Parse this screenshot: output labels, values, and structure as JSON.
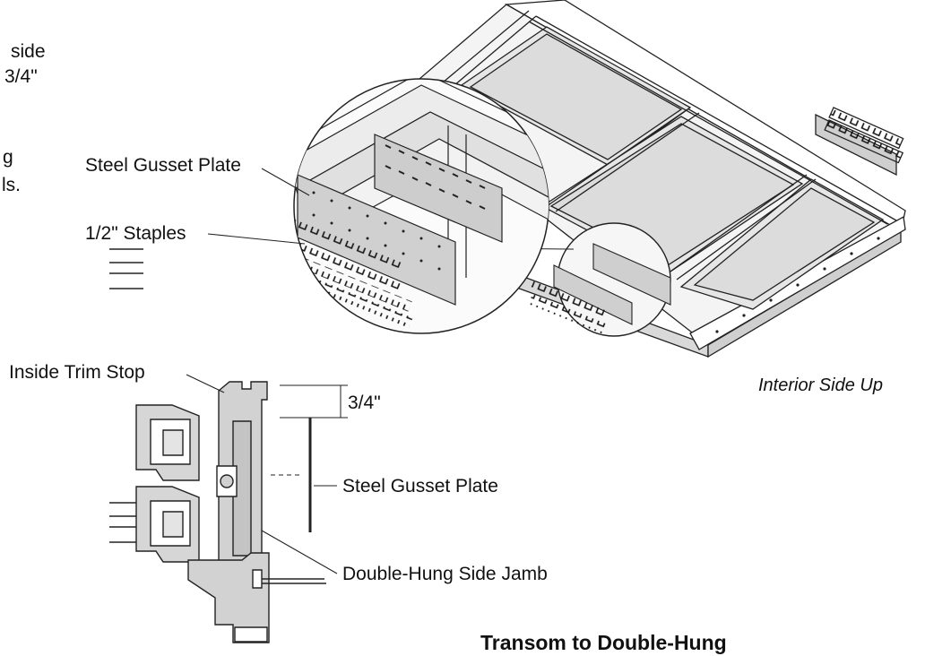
{
  "left_text_fragments": [
    "side",
    "3/4\"",
    "g",
    "ls."
  ],
  "labels": {
    "gusset_top": "Steel Gusset Plate",
    "staples": "1/2\" Staples",
    "inside_trim_stop": "Inside Trim Stop",
    "dimension": "3/4\"",
    "gusset_bottom": "Steel Gusset Plate",
    "side_jamb": "Double-Hung Side Jamb",
    "interior_side_up": "Interior Side Up"
  },
  "caption": "Transom to Double-Hung"
}
